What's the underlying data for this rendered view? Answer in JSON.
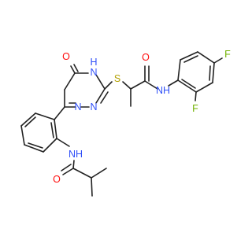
{
  "colors": {
    "bond": "#222222",
    "oxygen": "#ff0d0d",
    "nitrogen": "#3050f8",
    "sulfur": "#b2a000",
    "fluorine": "#71b200",
    "background": "#ffffff"
  },
  "atoms": {
    "o_ring": "O",
    "nh_ring": "N",
    "h_ring": "H",
    "s_thio": "S",
    "o_amide": "O",
    "nh_amide": "NH",
    "f_top": "F",
    "f_ortho": "F",
    "n_ring_1": "N",
    "n_ring_2": "N",
    "nh_anilide": "NH",
    "o_anilide": "O"
  }
}
